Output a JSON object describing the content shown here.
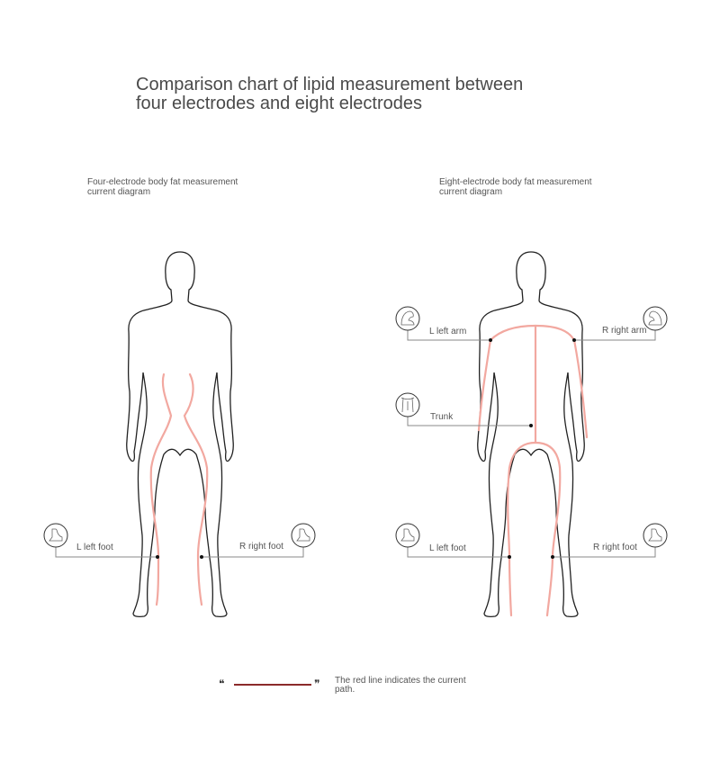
{
  "title": {
    "line1": "Comparison chart of lipid measurement between",
    "line2": "four electrodes and eight electrodes"
  },
  "left_panel": {
    "caption_line1": "Four-electrode body fat measurement",
    "caption_line2": "current diagram",
    "labels": {
      "left_foot": "L left foot",
      "right_foot": "R right foot"
    }
  },
  "right_panel": {
    "caption_line1": "Eight-electrode body fat measurement",
    "caption_line2": "current diagram",
    "labels": {
      "left_arm": "L left arm",
      "right_arm": "R right arm",
      "trunk": "Trunk",
      "left_foot": "L left foot",
      "right_foot": "R right foot"
    }
  },
  "legend": {
    "text_line1": "The red line indicates the current",
    "text_line2": "path.",
    "line_color": "#8b2a2a",
    "open_quote": "❝",
    "close_quote": "❞"
  },
  "colors": {
    "current_path": "#f2a8a0",
    "outline": "#222222",
    "leader": "#888888"
  }
}
